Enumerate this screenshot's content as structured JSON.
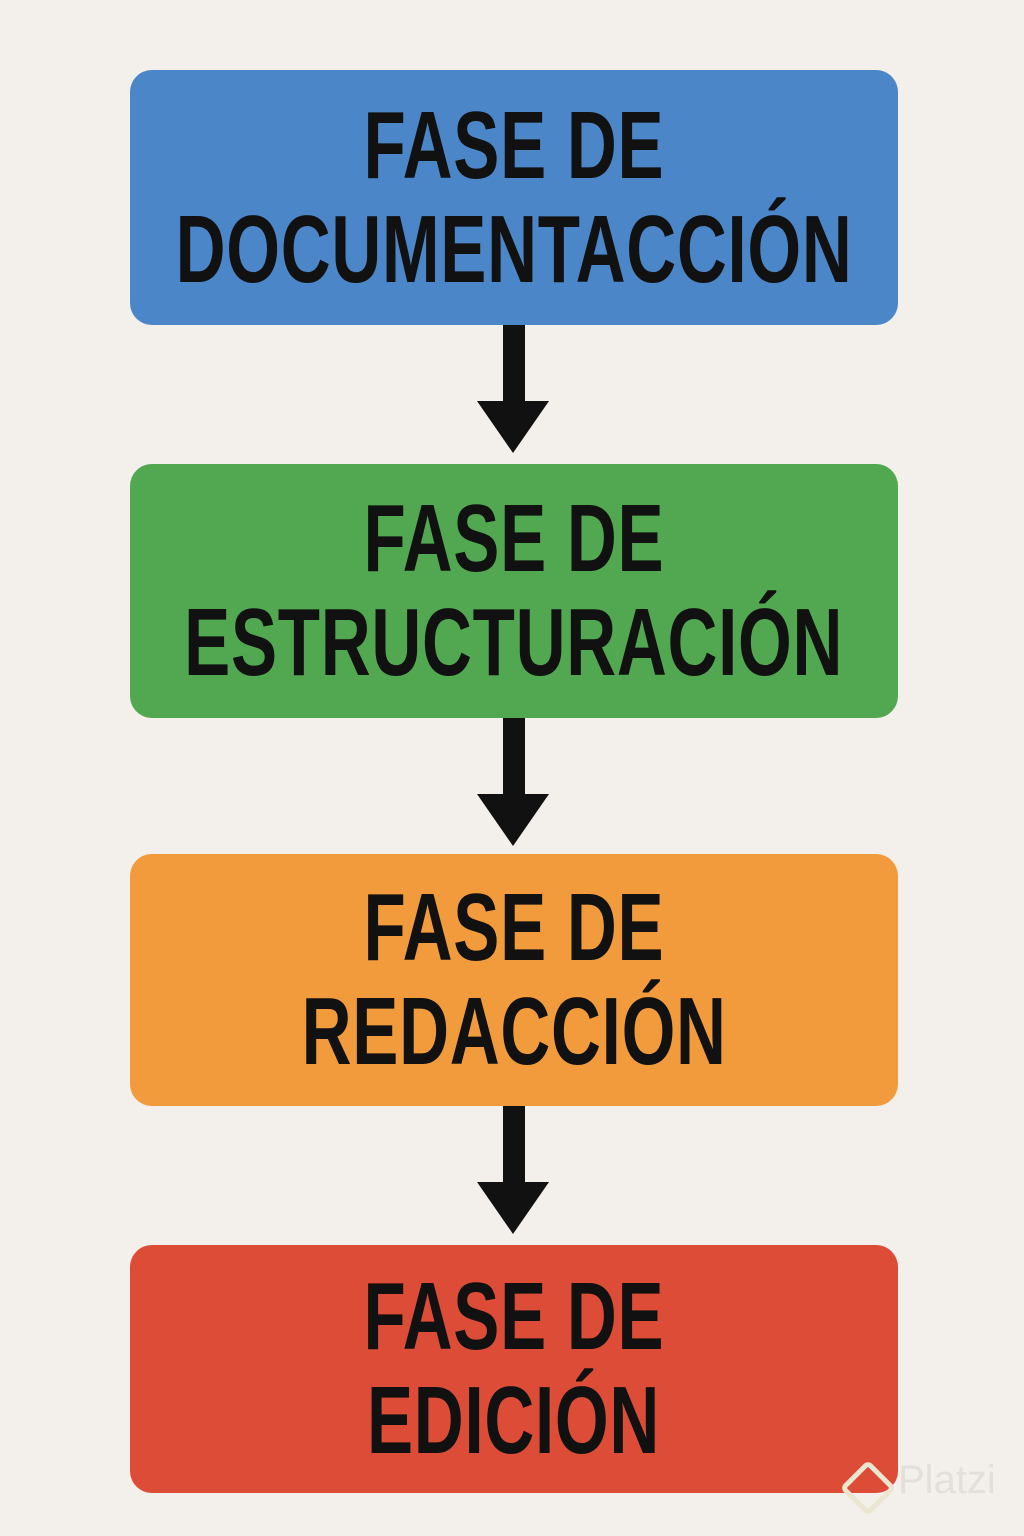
{
  "phases": [
    {
      "line1": "FASE DE",
      "line2": "DOCUMENTACCIÓN",
      "color": "#4a86c8"
    },
    {
      "line1": "FASE DE",
      "line2": "ESTRUCTURACIÓN",
      "color": "#52a850"
    },
    {
      "line1": "FASE DE",
      "line2": "REDACCIÓN",
      "color": "#f29b3c"
    },
    {
      "line1": "FASE DE",
      "line2": "EDICIÓN",
      "color": "#dc4c36"
    }
  ],
  "watermark": "Platzi"
}
